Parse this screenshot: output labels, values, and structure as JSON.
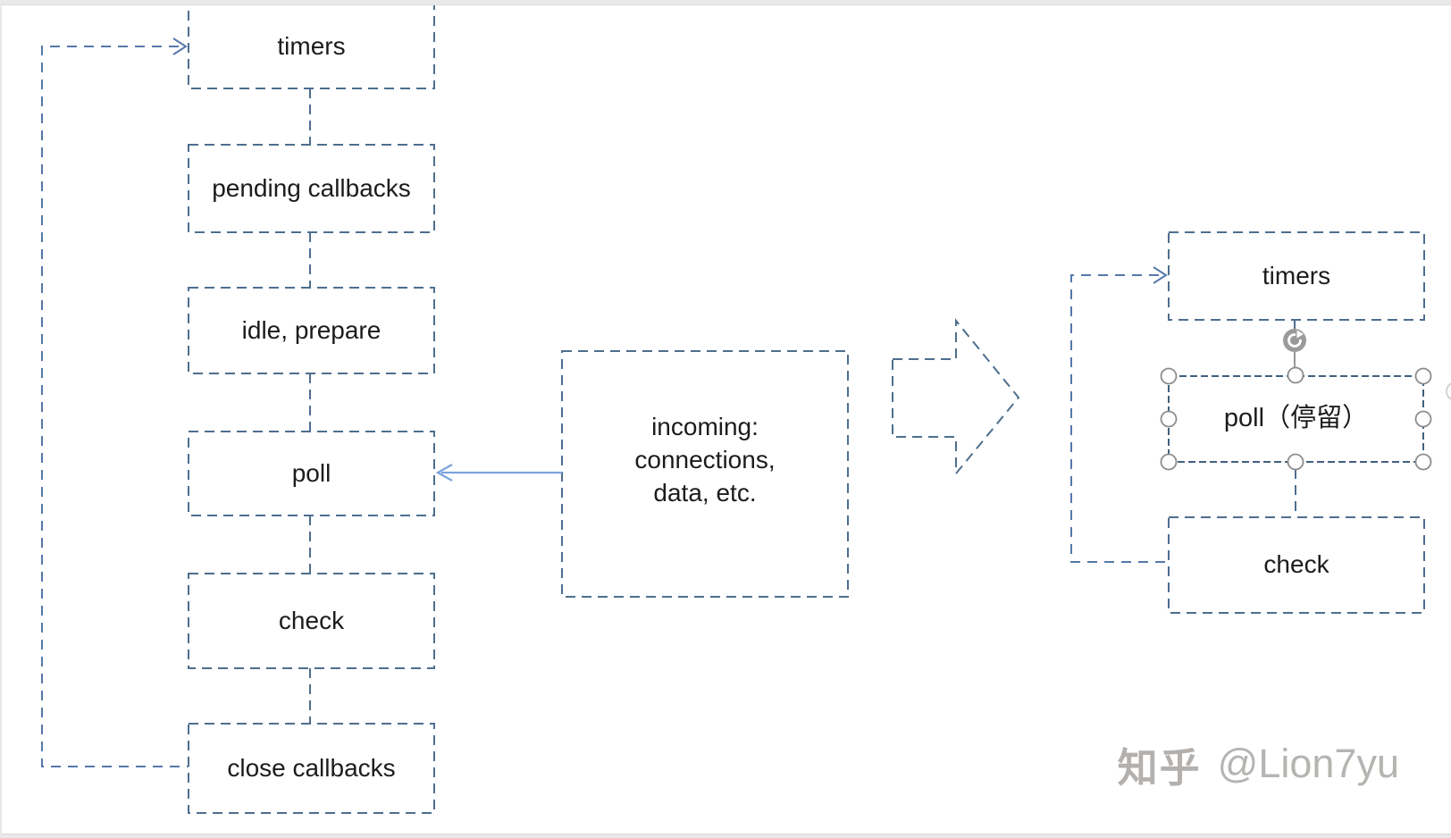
{
  "diagram": {
    "left_column": {
      "boxes": [
        {
          "id": "timers",
          "label": "timers"
        },
        {
          "id": "pending-callbacks",
          "label": "pending callbacks"
        },
        {
          "id": "idle-prepare",
          "label": "idle, prepare"
        },
        {
          "id": "poll",
          "label": "poll"
        },
        {
          "id": "check",
          "label": "check"
        },
        {
          "id": "close-callbacks",
          "label": "close callbacks"
        }
      ]
    },
    "incoming": {
      "lines": [
        "incoming:",
        "connections,",
        "data, etc."
      ]
    },
    "right_column": {
      "boxes": [
        {
          "id": "timers-result",
          "label": "timers"
        },
        {
          "id": "poll-selected",
          "label": "poll（停留）",
          "selected": true
        },
        {
          "id": "check-result",
          "label": "check"
        }
      ]
    }
  },
  "icons": {
    "rotate_handle": "circular-rotate-arrow",
    "arrowhead": "open-chevron",
    "block_arrow": "dashed-right-block-arrow"
  },
  "watermark": {
    "brand": "知乎",
    "handle": "@Lion7yu"
  },
  "colors": {
    "dash": "#4e6e8e",
    "selected_dash": "#41607e",
    "loop": "#5578aa",
    "solid_arrow": "#7da3dc",
    "handle_stroke": "#8c8c8c",
    "rotate_fill": "#9a9a9a",
    "text": "#1c1c1c",
    "watermark": "#b3b0ad",
    "frame": "#e9e9e9"
  }
}
